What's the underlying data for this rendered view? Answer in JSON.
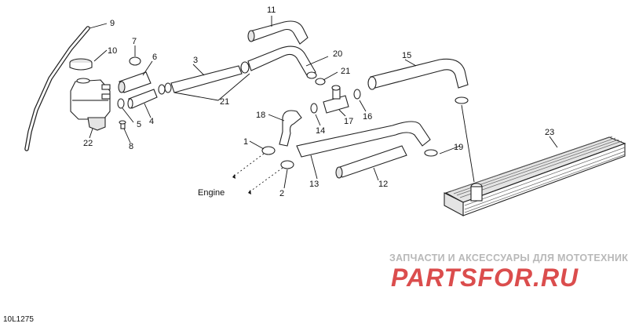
{
  "diagram_code": "10L1275",
  "watermark": {
    "caption": "ЗАПЧАСТИ И АКСЕССУАРЫ ДЛЯ МОТОТЕХНИКИ",
    "logo": "PARTSFOR.RU"
  },
  "engine_label": "Engine",
  "part_numbers": {
    "p1": "1",
    "p2": "2",
    "p3": "3",
    "p4": "4",
    "p5": "5",
    "p6": "6",
    "p7": "7",
    "p8": "8",
    "p9": "9",
    "p10": "10",
    "p11": "11",
    "p12": "12",
    "p13": "13",
    "p14": "14",
    "p15": "15",
    "p16": "16",
    "p17": "17",
    "p18": "18",
    "p19": "19",
    "p20": "20",
    "p21a": "21",
    "p21b": "21",
    "p22": "22",
    "p23": "23"
  }
}
